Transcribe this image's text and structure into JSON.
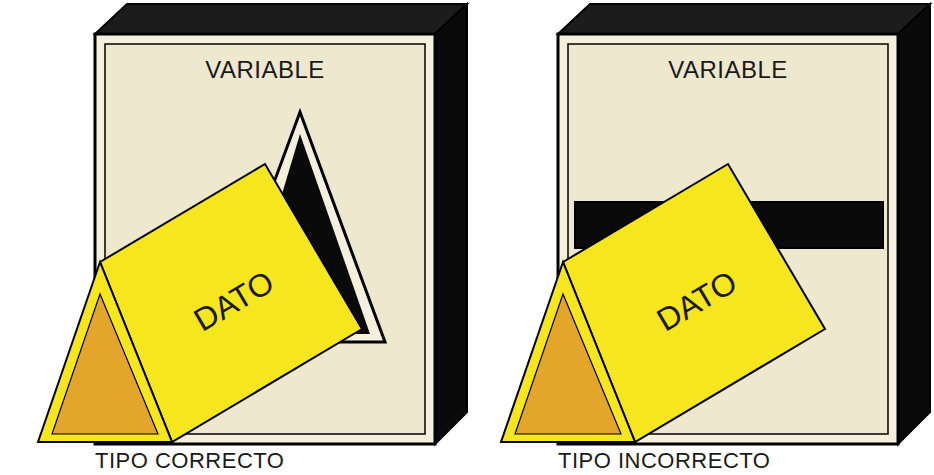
{
  "diagram": {
    "nodes": [
      {
        "text": [
          "VARIABLE"
        ]
      },
      {
        "text": [
          "DATO"
        ]
      },
      {
        "text": [
          "VARIABLE"
        ]
      },
      {
        "text": [
          "DATO"
        ]
      }
    ],
    "labels": [
      "TIPO CORRECTO",
      "TIPO INCORRECTO"
    ]
  }
}
